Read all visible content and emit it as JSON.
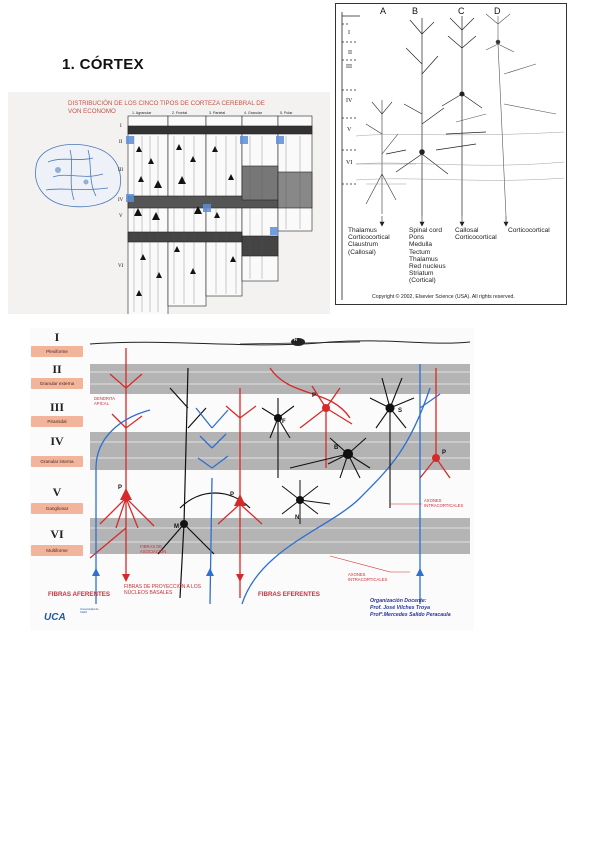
{
  "heading": "1.   CÓRTEX",
  "economo": {
    "title": "DISTRIBUCIÓN DE LOS CINCO TIPOS DE CORTEZA CEREBRAL DE VON ECONOMO",
    "columns": [
      "1. Agranular",
      "2. Frontal",
      "3. Parietal",
      "4. Granular",
      "5. Polar"
    ],
    "layers": [
      "I",
      "II",
      "III",
      "IV",
      "V",
      "VI"
    ]
  },
  "celltypes": {
    "column_letters": [
      "A",
      "B",
      "C",
      "D"
    ],
    "layers": [
      "I",
      "II",
      "III",
      "IV",
      "V",
      "VI"
    ],
    "targets": [
      [
        "Thalamus",
        "Corticocortical",
        "Claustrum",
        "(Callosal)"
      ],
      [
        "Spinal cord",
        "Pons",
        "Medulla",
        "Tectum",
        "Thalamus",
        "Red nucleus",
        "Striatum",
        "(Cortical)"
      ],
      [
        "Callosal",
        "Corticocortical"
      ],
      [
        "Corticocortical"
      ]
    ],
    "copyright": "Copyright © 2002, Elsevier Science (USA). All rights reserved."
  },
  "circuit": {
    "layers": [
      {
        "roman": "I",
        "name": "Plexiforme"
      },
      {
        "roman": "II",
        "name": "Granular externa"
      },
      {
        "roman": "III",
        "name": "Piramidal"
      },
      {
        "roman": "IV",
        "name": "Granular interna"
      },
      {
        "roman": "V",
        "name": "Ganglionar"
      },
      {
        "roman": "VI",
        "name": "Multiforme"
      }
    ],
    "labels": {
      "dendrita_apical": "DENDRITA APICAL",
      "fibras_asociacion": "FIBRAS DE ASOCIACIÓN",
      "axones_intracorticales_1": "AXONES INTRACORTICALES",
      "axones_intracorticales_2": "AXONES INTRACORTICALES",
      "fibras_aferentes": "FIBRAS AFERENTES",
      "fibras_proyeccion": "FIBRAS DE PROYECCIÓN A LOS NÚCLEOS BASALES",
      "fibras_eferentes": "FIBRAS EFERENTES"
    },
    "cell_letters": [
      "P",
      "M",
      "P",
      "F",
      "N",
      "P",
      "S",
      "B",
      "H",
      "P"
    ],
    "logo": {
      "text": "UCA",
      "subtitle": "Universidad de Cádiz"
    },
    "org": {
      "heading": "Organización Docente:",
      "line1": "Prof. José Vilches Troya",
      "line2": "Profª.Mercedes Salido Peracaula"
    }
  }
}
